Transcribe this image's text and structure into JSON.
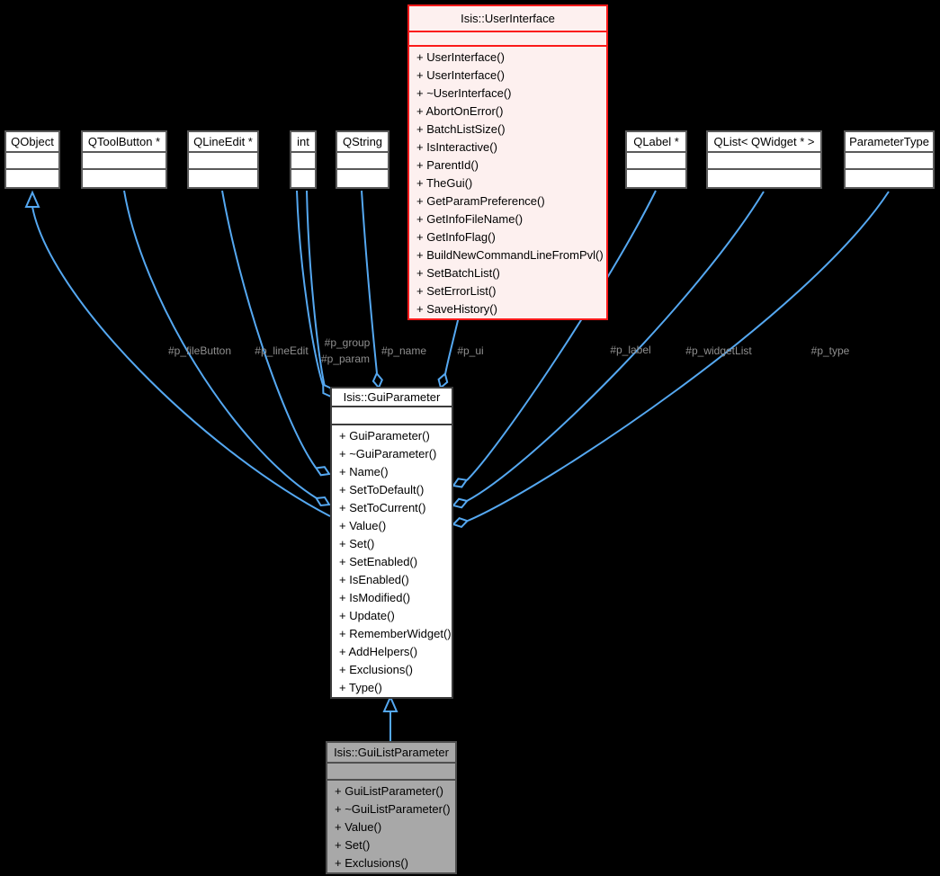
{
  "diagram": {
    "type": "uml-collaboration-diagram",
    "background_color": "#000000",
    "edge_color": "#55a8f1",
    "edge_label_color": "#8f8f8f",
    "highlight_border_color": "#fb1a1a",
    "highlight_fill_color": "#fdf0ef",
    "focus_fill_color": "#a8a8a8"
  },
  "classes": {
    "qobject": {
      "title": "QObject"
    },
    "qtoolbutton": {
      "title": "QToolButton *"
    },
    "qlineedit": {
      "title": "QLineEdit *"
    },
    "int": {
      "title": "int"
    },
    "qstring": {
      "title": "QString"
    },
    "qlabel": {
      "title": "QLabel *"
    },
    "qlist": {
      "title": "QList< QWidget * >"
    },
    "parametertype": {
      "title": "ParameterType"
    },
    "userinterface": {
      "title": "Isis::UserInterface",
      "methods": [
        "+ UserInterface()",
        "+ UserInterface()",
        "+ ~UserInterface()",
        "+ AbortOnError()",
        "+ BatchListSize()",
        "+ IsInteractive()",
        "+ ParentId()",
        "+ TheGui()",
        "+ GetParamPreference()",
        "+ GetInfoFileName()",
        "+ GetInfoFlag()",
        "+ BuildNewCommandLineFromPvl()",
        "+ SetBatchList()",
        "+ SetErrorList()",
        "+ SaveHistory()"
      ]
    },
    "guiparameter": {
      "title": "Isis::GuiParameter",
      "methods": [
        "+ GuiParameter()",
        "+ ~GuiParameter()",
        "+ Name()",
        "+ SetToDefault()",
        "+ SetToCurrent()",
        "+ Value()",
        "+ Set()",
        "+ SetEnabled()",
        "+ IsEnabled()",
        "+ IsModified()",
        "+ Update()",
        "+ RememberWidget()",
        "+ AddHelpers()",
        "+ Exclusions()",
        "+ Type()"
      ]
    },
    "guilistparameter": {
      "title": "Isis::GuiListParameter",
      "methods": [
        "+ GuiListParameter()",
        "+ ~GuiListParameter()",
        "+ Value()",
        "+ Set()",
        "+ Exclusions()"
      ]
    }
  },
  "edge_labels": {
    "p_fileButton": "#p_fileButton",
    "p_lineEdit": "#p_lineEdit",
    "p_group": "#p_group",
    "p_param": "#p_param",
    "p_name": "#p_name",
    "p_ui": "#p_ui",
    "p_label": "#p_label",
    "p_widgetList": "#p_widgetList",
    "p_type": "#p_type"
  }
}
